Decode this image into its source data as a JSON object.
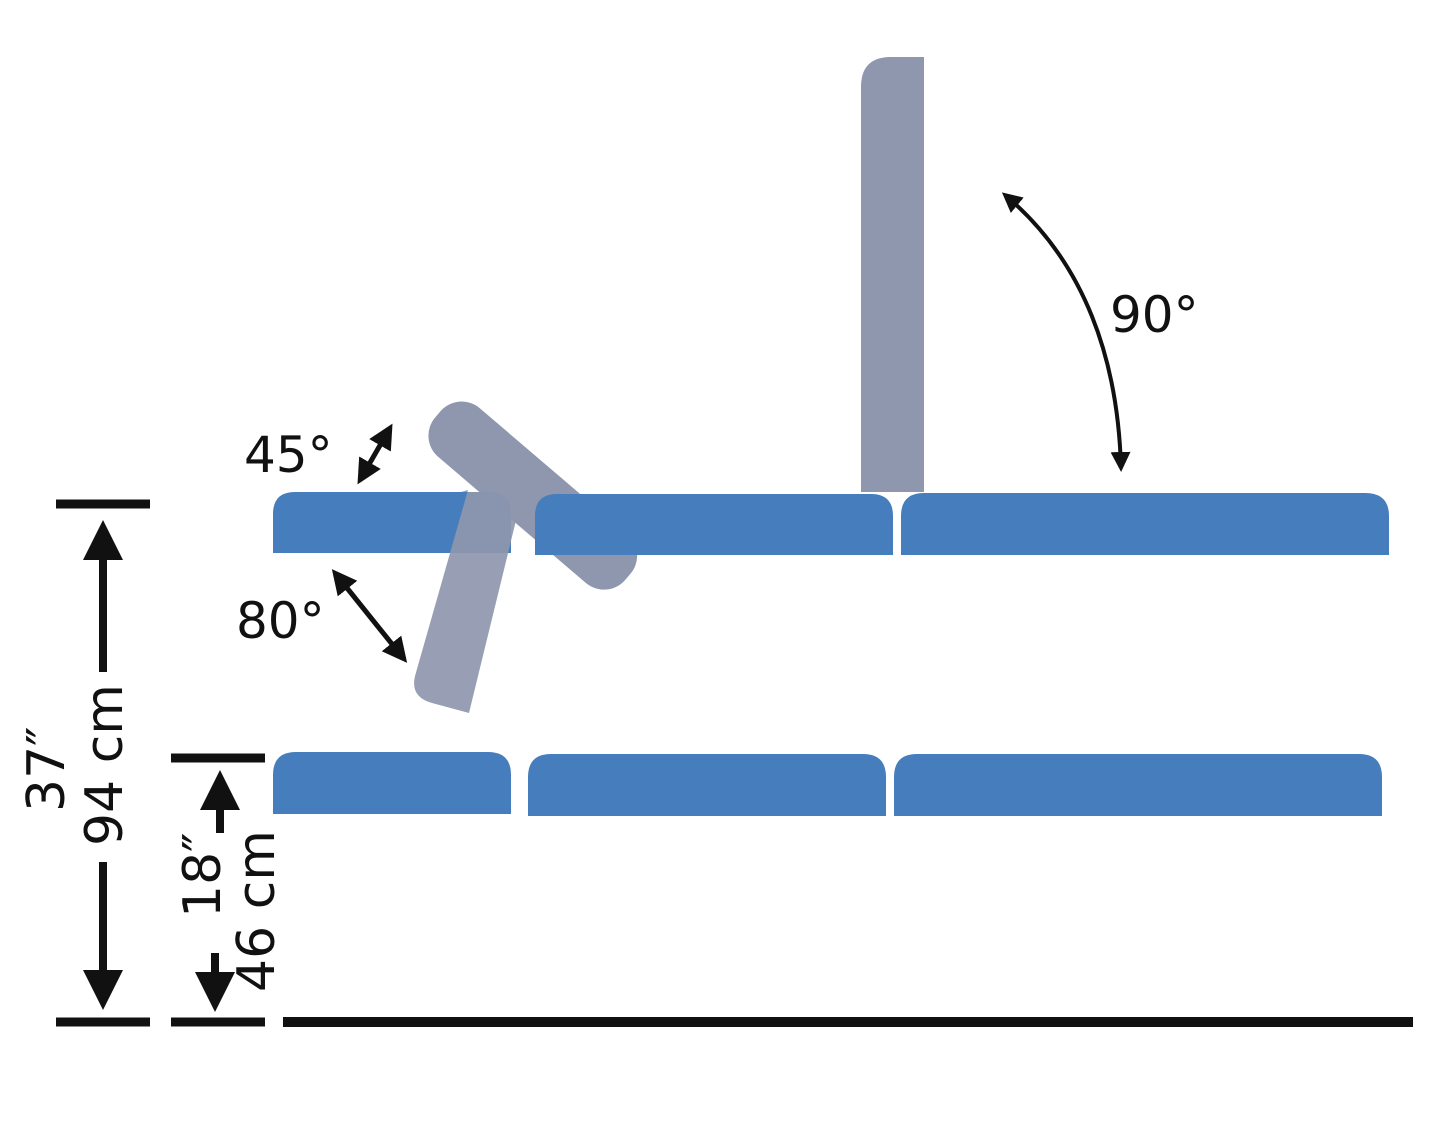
{
  "colors": {
    "pad": "#457dbd",
    "section": "#8f97ae",
    "line": "#111111",
    "background": "#ffffff"
  },
  "labels": {
    "angle_back": "90°",
    "angle_head_up": "45°",
    "angle_head_down": "80°",
    "height_max_in": "37″",
    "height_max_cm": "94 cm",
    "height_min_in": "18″",
    "height_min_cm": "46 cm"
  }
}
